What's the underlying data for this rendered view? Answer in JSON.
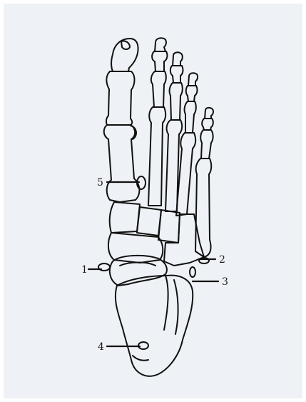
{
  "figure": {
    "background_color": "#eef1f5",
    "stroke_color": "#111111",
    "labels": [
      {
        "id": "1",
        "text": "1"
      },
      {
        "id": "2",
        "text": "2"
      },
      {
        "id": "3",
        "text": "3"
      },
      {
        "id": "4",
        "text": "4"
      },
      {
        "id": "5",
        "text": "5"
      }
    ]
  }
}
